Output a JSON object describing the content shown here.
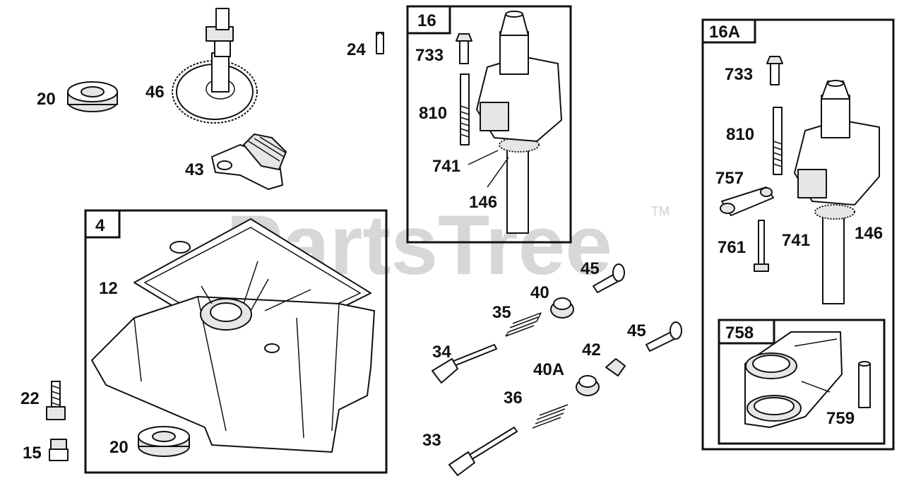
{
  "watermark": {
    "text": "PartsTree",
    "trademark": "TM"
  },
  "boxes": {
    "box_4": "4",
    "box_16": "16",
    "box_16a": "16A",
    "box_758": "758"
  },
  "callouts": {
    "c20_top": "20",
    "c46": "46",
    "c43": "43",
    "c24": "24",
    "c12": "12",
    "c22": "22",
    "c15": "15",
    "c20_bottom": "20",
    "c733_16": "733",
    "c810_16": "810",
    "c741_16": "741",
    "c146_16": "146",
    "c45_top": "45",
    "c40": "40",
    "c35": "35",
    "c34": "34",
    "c45_right": "45",
    "c42": "42",
    "c40a": "40A",
    "c36": "36",
    "c33": "33",
    "c733_16a": "733",
    "c810_16a": "810",
    "c757": "757",
    "c761": "761",
    "c741_16a": "741",
    "c146_16a": "146",
    "c759": "759"
  }
}
